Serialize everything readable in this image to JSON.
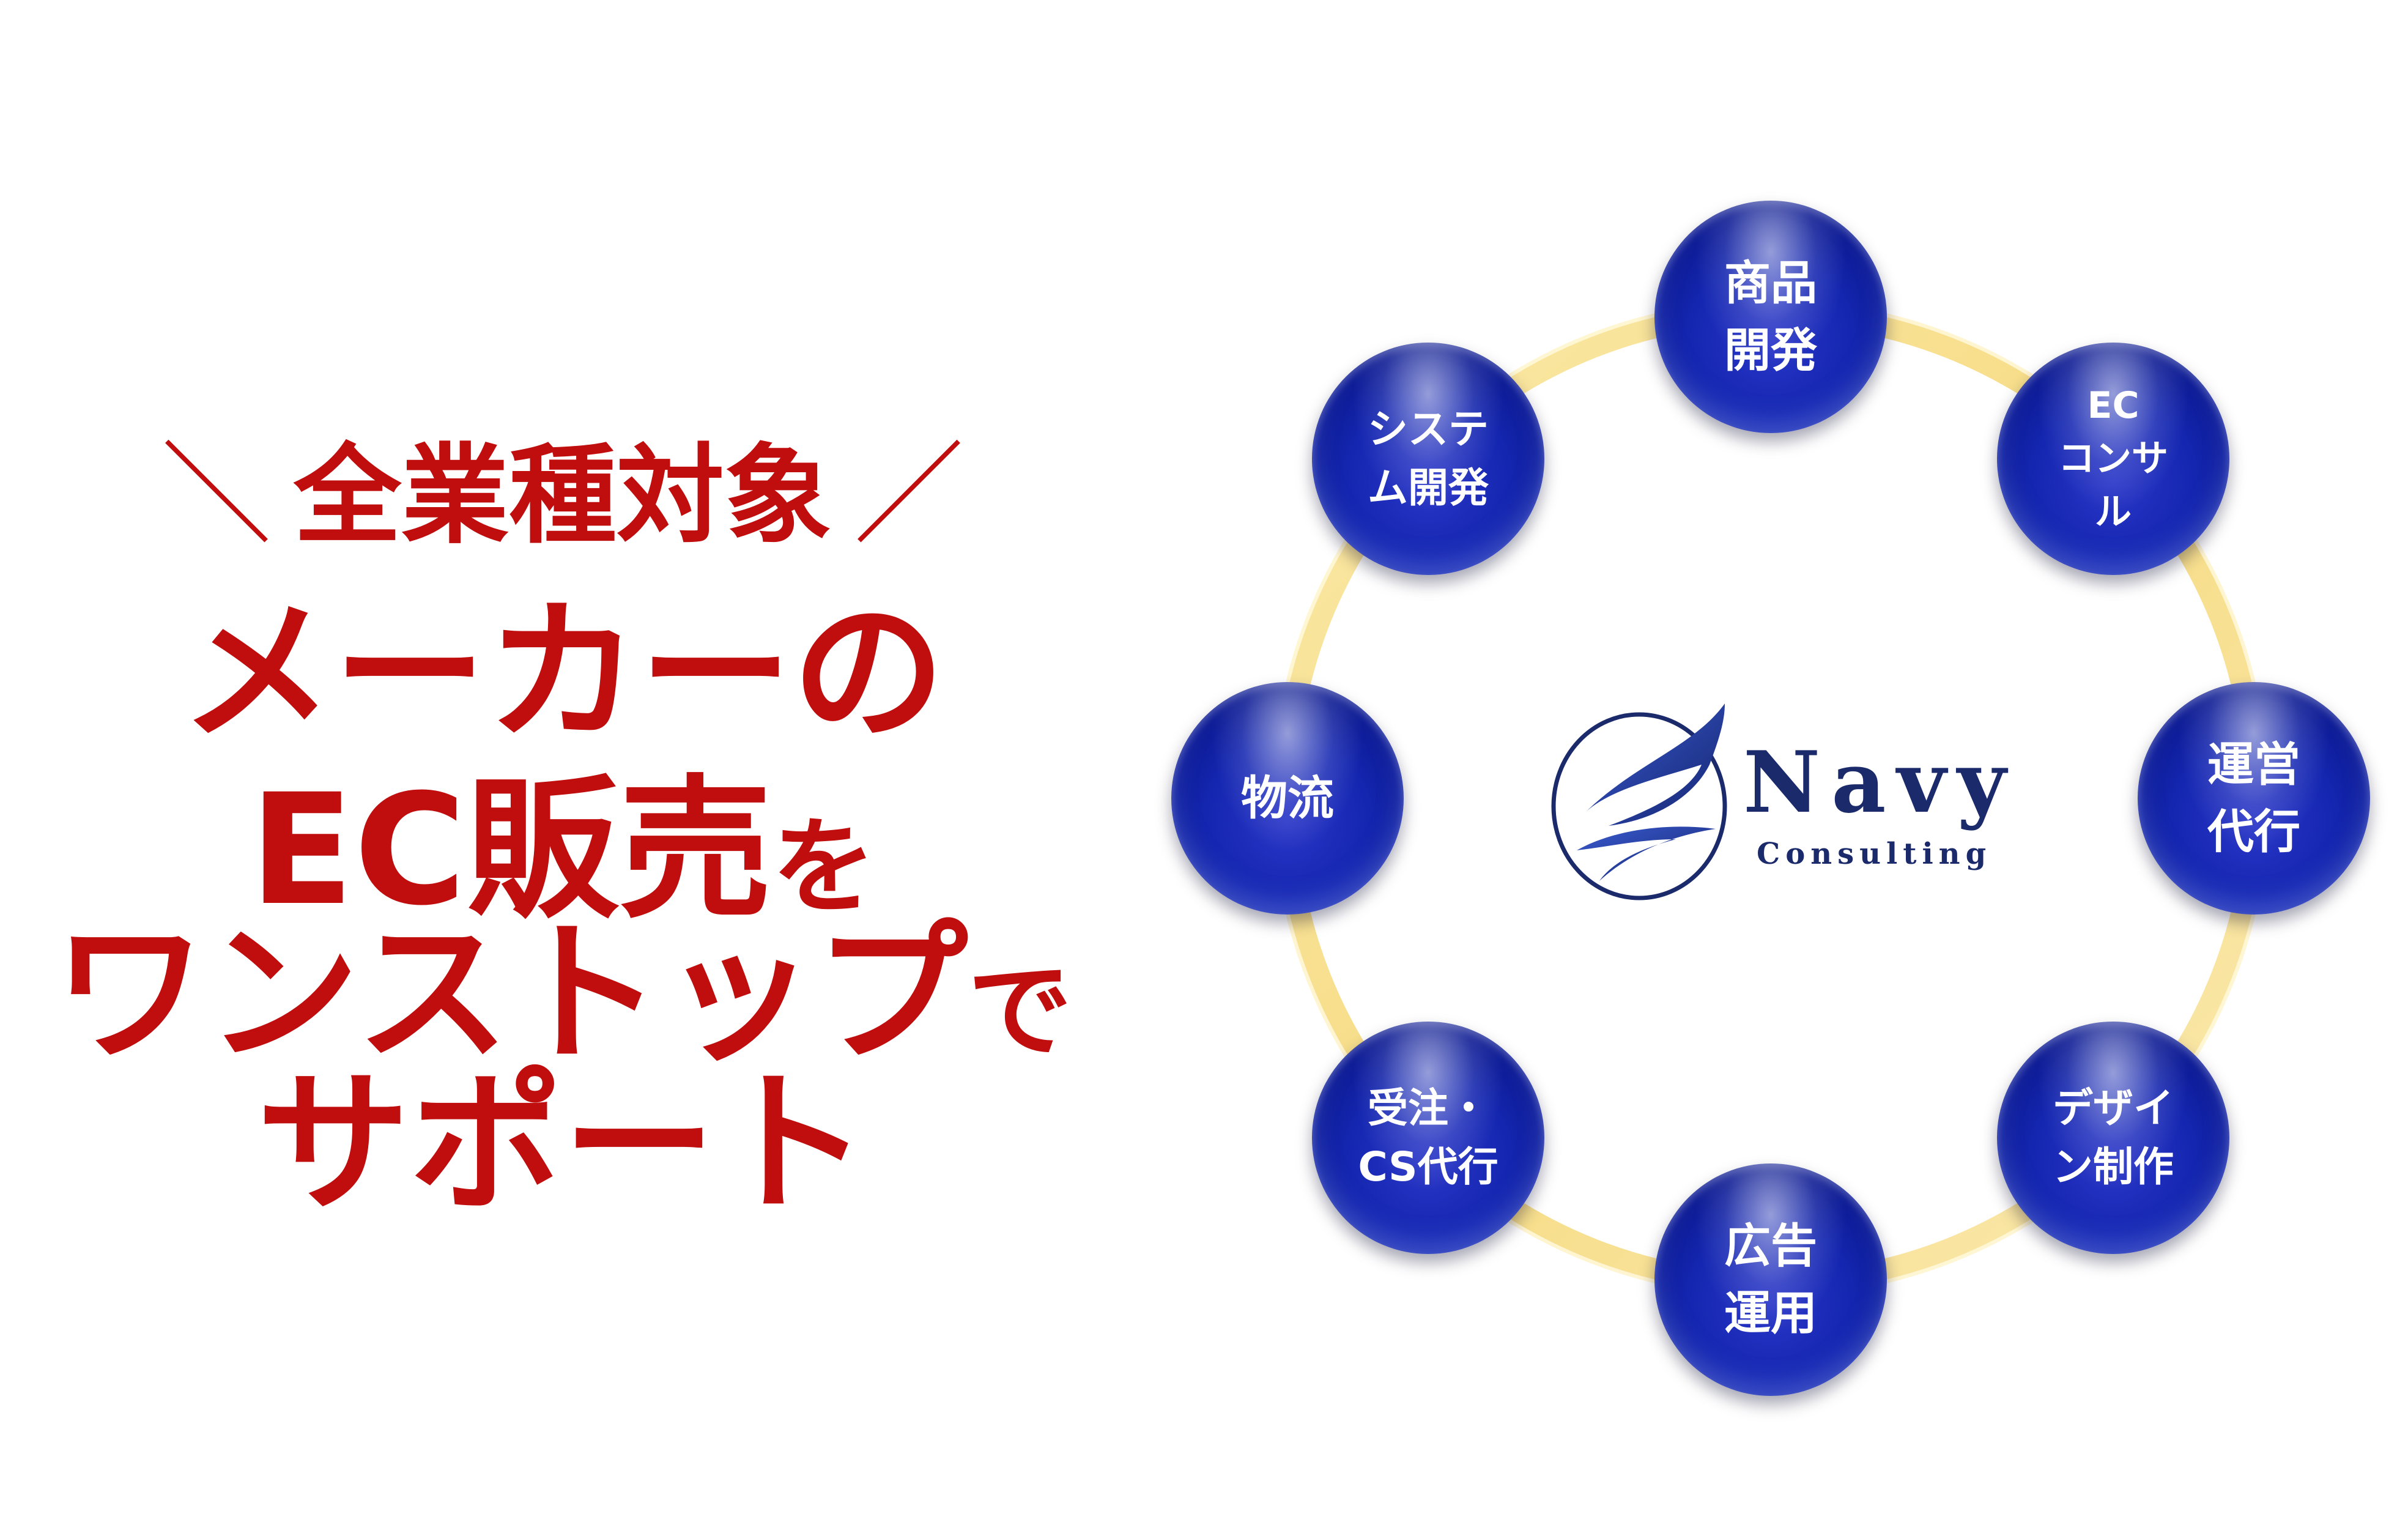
{
  "headline": {
    "tag_left_slash": "＼",
    "tag_text": "全業種対象",
    "tag_right_slash": "／",
    "line1": "メーカーの",
    "line2_main": "EC販売",
    "line2_small": "を",
    "line3_main": "ワンストップ",
    "line3_small": "で",
    "line4": "サポート"
  },
  "logo": {
    "name": "Navy",
    "sub": "Consulting",
    "brand_color": "#1b2a6b"
  },
  "services": [
    "商品\n開発",
    "EC\nコンサ\nル",
    "運営\n代行",
    "デザイ\nン制作",
    "広告\n運用",
    "受注・\nCS代行",
    "物流",
    "システ\nム開発"
  ],
  "colors": {
    "headline": "#c00d0d",
    "node": "#1426b0",
    "ring": "#f9e6a0"
  }
}
